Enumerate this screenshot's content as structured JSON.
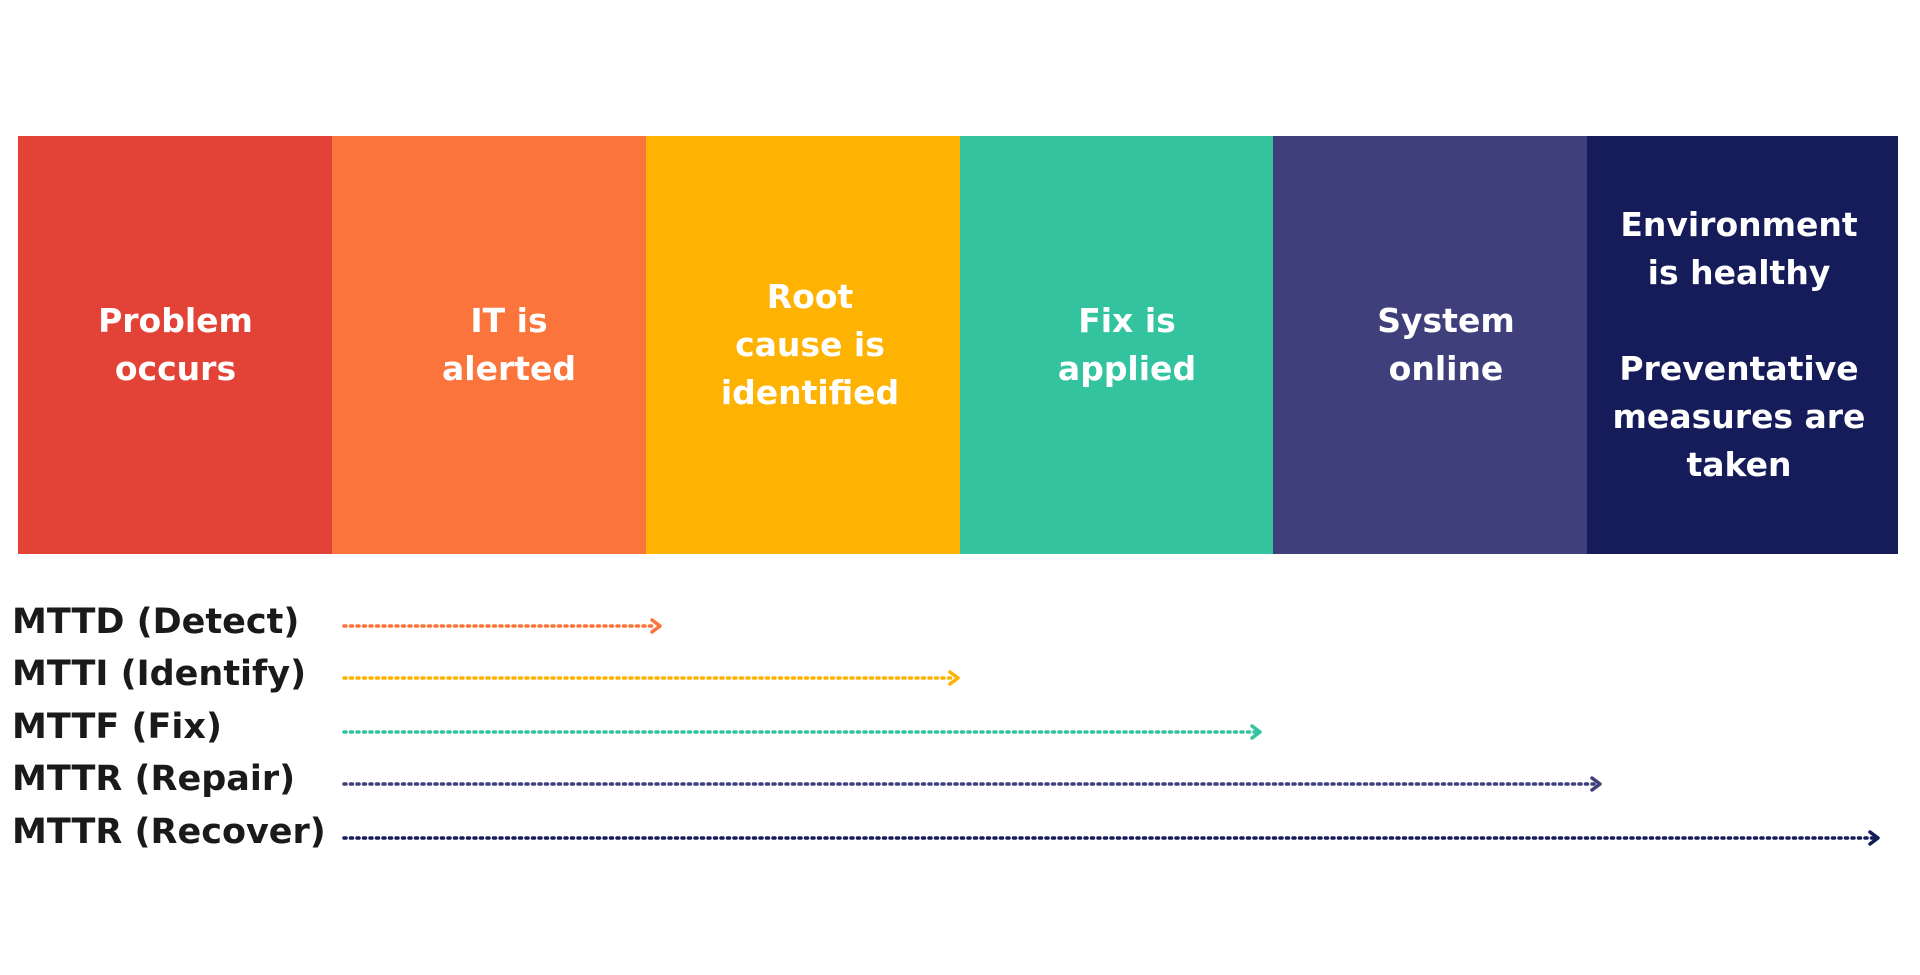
{
  "steps": [
    {
      "lines": [
        "Problem",
        "occurs"
      ],
      "color": "#E34336"
    },
    {
      "lines": [
        "IT is",
        "alerted"
      ],
      "color": "#FB743B"
    },
    {
      "lines": [
        "Root",
        "cause is",
        "identified"
      ],
      "color": "#FEB202"
    },
    {
      "lines": [
        "Fix is",
        "applied"
      ],
      "color": "#34C39F"
    },
    {
      "lines": [
        "System",
        "online"
      ],
      "color": "#3F3F7B"
    },
    {
      "lines": [
        "Environment",
        "is healthy",
        "",
        "Preventative",
        "measures are",
        "taken"
      ],
      "color": "#151C59"
    }
  ],
  "metrics": [
    {
      "label": "MTTD (Detect)",
      "color": "#FB743B",
      "ends_at_step_boundary": 2
    },
    {
      "label": "MTTI (Identify)",
      "color": "#FEB202",
      "ends_at_step_boundary": 3
    },
    {
      "label": "MTTF (Fix)",
      "color": "#34C39F",
      "ends_at_step_boundary": 4
    },
    {
      "label": "MTTR (Repair)",
      "color": "#3F3F7B",
      "ends_at_step_boundary": 5
    },
    {
      "label": "MTTR (Recover)",
      "color": "#151C59",
      "ends_at_step_boundary": 6
    }
  ]
}
